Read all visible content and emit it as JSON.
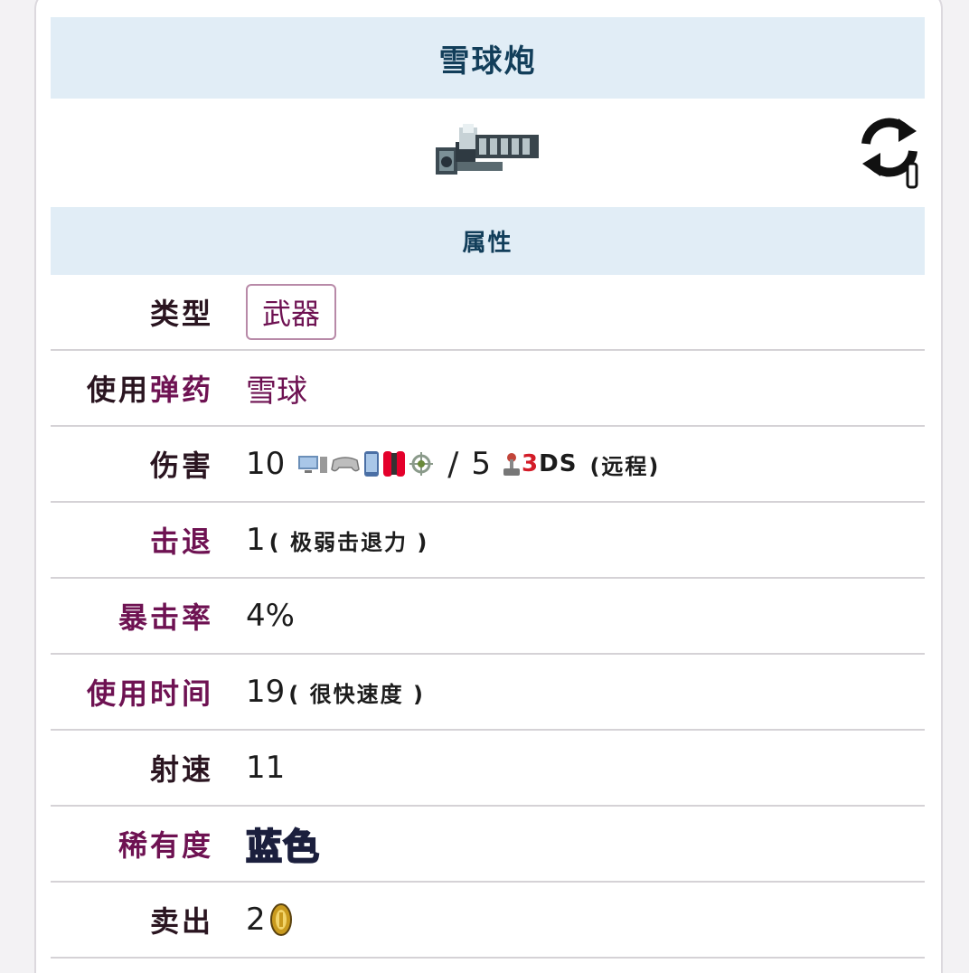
{
  "item": {
    "title": "雪球炮"
  },
  "section": {
    "heading": "属性"
  },
  "rows": {
    "type": {
      "label": "类型",
      "value": "武器"
    },
    "ammo": {
      "label_part1": "使用",
      "label_part2": "弹药",
      "value": "雪球"
    },
    "damage": {
      "label": "伤害",
      "value_main": "10",
      "separator": "/",
      "value_alt": "5",
      "ds_3": "3",
      "ds_text": "DS",
      "note": "(远程)"
    },
    "knockback": {
      "label": "击退",
      "value": "1",
      "note": "( 极弱击退力 )"
    },
    "crit": {
      "label": "暴击率",
      "value": "4%"
    },
    "use_time": {
      "label": "使用时间",
      "value": "19",
      "note": "( 很快速度 )"
    },
    "velocity": {
      "label": "射速",
      "value": "11"
    },
    "rarity": {
      "label": "稀有度",
      "value": "蓝色",
      "color": "#9aa5ef"
    },
    "sell": {
      "label": "卖出",
      "value": "2"
    }
  },
  "icons": {
    "item": "snowball-cannon-icon",
    "swap": "swap-icon",
    "coin": "gold-coin-icon"
  },
  "colors": {
    "header_bg": "#e1edf6",
    "header_text": "#123e5a",
    "link": "#6e1252"
  }
}
